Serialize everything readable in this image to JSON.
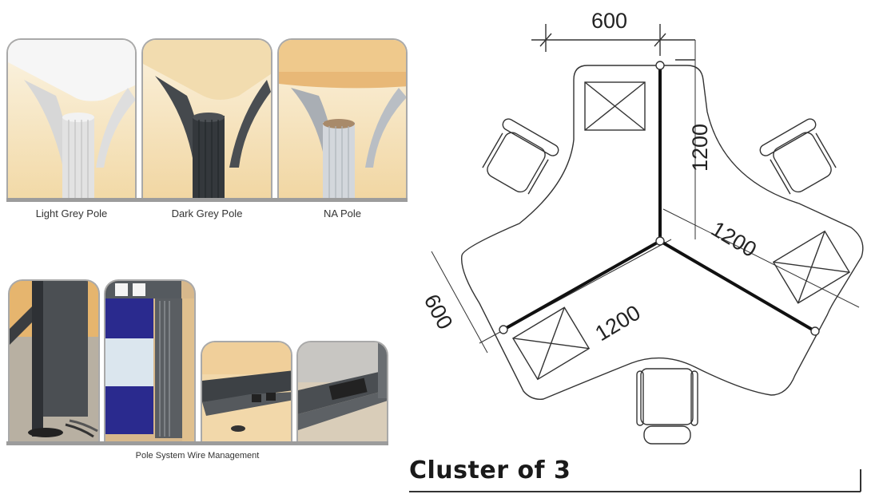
{
  "pole_options": {
    "items": [
      {
        "label": "Light Grey Pole",
        "pole_color": "#e6e6e6",
        "top_color": "#f3f3f3"
      },
      {
        "label": "Dark Grey Pole",
        "pole_color": "#3c4044",
        "top_color": "#f3dfb5"
      },
      {
        "label": "NA Pole",
        "pole_color": "#c9cdd2",
        "top_color": "#efcf98"
      }
    ]
  },
  "wire_management": {
    "caption": "Pole System Wire Management",
    "photos": [
      {
        "name": "pole-with-cable-cover"
      },
      {
        "name": "panel-with-power-sockets"
      },
      {
        "name": "desk-cable-tray-open"
      },
      {
        "name": "desk-cable-tray-power-strip"
      }
    ]
  },
  "layout_diagram": {
    "title": "Cluster of 3",
    "dimensions": {
      "top_width": "600",
      "vertical_length": "1200",
      "right_length": "1200",
      "left_length": "1200",
      "left_depth": "600"
    },
    "workstations": 3,
    "chairs": 3
  },
  "colors": {
    "shelf": "#9c9c9c",
    "panel_border": "#a9a9a9",
    "wood": "#f0d29e",
    "line": "#222222"
  }
}
